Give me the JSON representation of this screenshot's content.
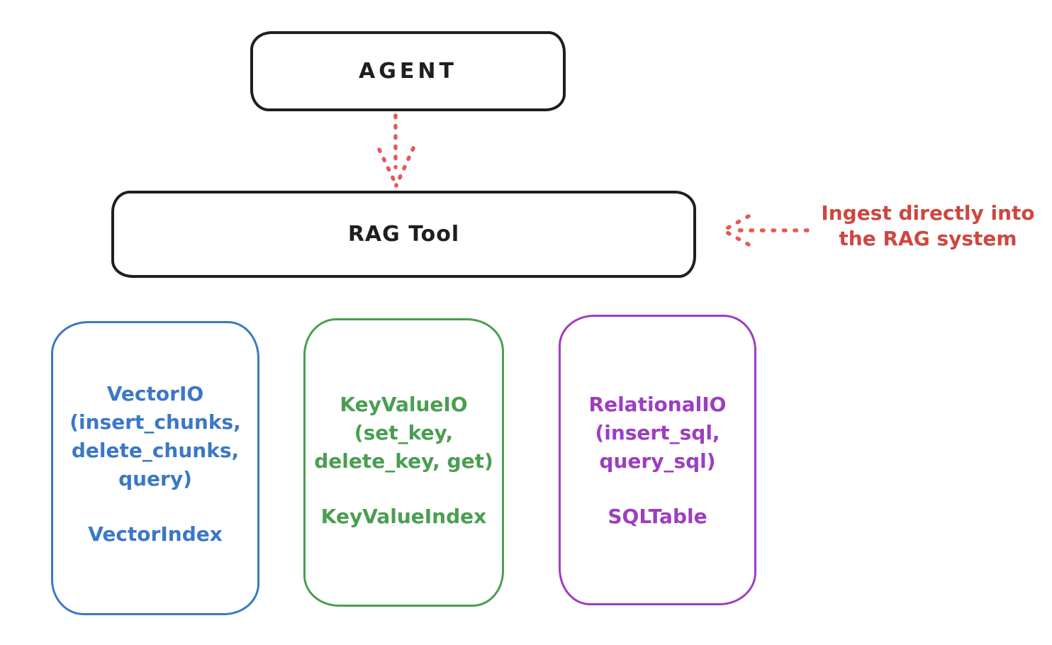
{
  "diagram": {
    "kind": "hand-drawn architecture diagram",
    "nodes": {
      "agent": {
        "label": "AGENT"
      },
      "rag_tool": {
        "label": "RAG Tool"
      },
      "vector_io": {
        "lines": [
          "VectorIO",
          "(insert_chunks,",
          "delete_chunks,",
          "query)"
        ],
        "footer": "VectorIndex"
      },
      "key_value_io": {
        "lines": [
          "KeyValueIO",
          "(set_key,",
          "delete_key, get)"
        ],
        "footer": "KeyValueIndex"
      },
      "relational_io": {
        "lines": [
          "RelationalIO",
          "(insert_sql,",
          "query_sql)"
        ],
        "footer": "SQLTable"
      }
    },
    "annotation": {
      "line1": "Ingest directly into",
      "line2": "the RAG system"
    },
    "arrows": [
      {
        "name": "agent-to-rag-arrow",
        "style": "dotted",
        "direction": "down",
        "from": "AGENT",
        "to": "RAG Tool"
      },
      {
        "name": "ingest-arrow",
        "style": "dotted",
        "direction": "left",
        "from": "annotation",
        "to": "RAG Tool"
      }
    ]
  },
  "colors": {
    "bg": "#ffffff",
    "ink": "#1f1f1f",
    "blue": "#3b78c5",
    "green": "#4a9e50",
    "purple": "#9c3ec0",
    "red_text": "#cf4640",
    "red_arrow": "#e25b52"
  }
}
